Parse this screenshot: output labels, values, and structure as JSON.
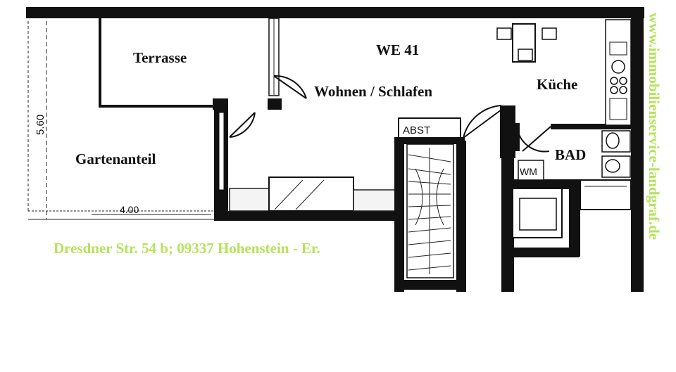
{
  "plan": {
    "unit_label": "WE 41",
    "rooms": {
      "terrace": "Terrasse",
      "living": "Wohnen / Schlafen",
      "kitchen": "Küche",
      "garden": "Gartenanteil",
      "bath": "BAD",
      "storage": "ABST",
      "washer": "WM"
    },
    "dimensions": {
      "height": "5.60",
      "width": "4.00"
    }
  },
  "address": "Dresdner Str. 54 b; 09337 Hohenstein - Er.",
  "watermark": "www.immobilienservice-landgraf.de",
  "colors": {
    "watermark": "#b5e35a",
    "walls": "#111111"
  }
}
